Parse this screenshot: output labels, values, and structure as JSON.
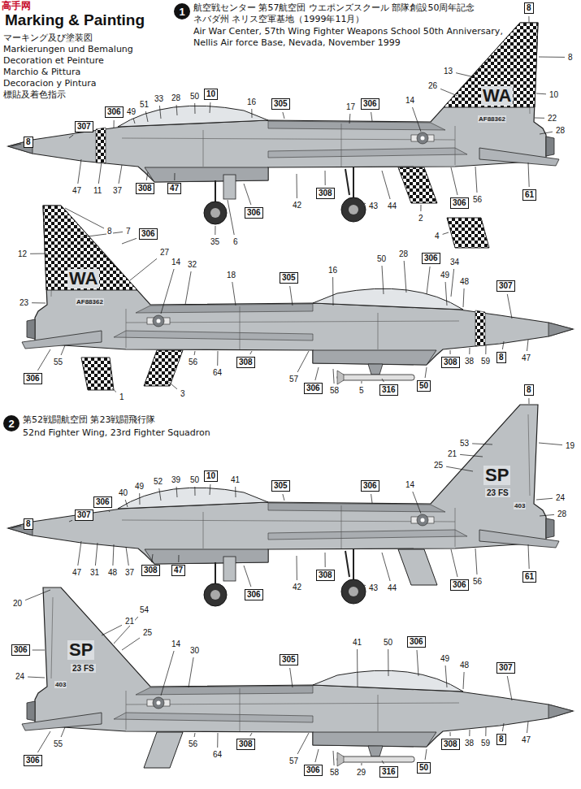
{
  "diagram": {
    "title": "Marking & Painting",
    "nodes": [
      {
        "text": [
          "1"
        ]
      },
      {
        "text": [
          "8"
        ]
      },
      {
        "text": [
          "306"
        ]
      },
      {
        "text": [
          "305"
        ]
      },
      {
        "text": [
          "10"
        ]
      },
      {
        "text": [
          "306"
        ]
      },
      {
        "text": [
          "307"
        ]
      },
      {
        "text": [
          "8"
        ]
      },
      {
        "text": [
          "308"
        ]
      },
      {
        "text": [
          "47"
        ]
      },
      {
        "text": [
          "306"
        ]
      },
      {
        "text": [
          "308"
        ]
      },
      {
        "text": [
          "306"
        ]
      },
      {
        "text": [
          "61"
        ]
      },
      {
        "text": [
          "306"
        ]
      },
      {
        "text": [
          "305"
        ]
      },
      {
        "text": [
          "306"
        ]
      },
      {
        "text": [
          "307"
        ]
      },
      {
        "text": [
          "8"
        ]
      },
      {
        "text": [
          "308"
        ]
      },
      {
        "text": [
          "50"
        ]
      },
      {
        "text": [
          "316"
        ]
      },
      {
        "text": [
          "306"
        ]
      },
      {
        "text": [
          "308"
        ]
      },
      {
        "text": [
          "306"
        ]
      },
      {
        "text": [
          "2"
        ]
      },
      {
        "text": [
          "8"
        ]
      },
      {
        "text": [
          "306"
        ]
      },
      {
        "text": [
          "305"
        ]
      },
      {
        "text": [
          "10"
        ]
      },
      {
        "text": [
          "306"
        ]
      },
      {
        "text": [
          "307"
        ]
      },
      {
        "text": [
          "8"
        ]
      },
      {
        "text": [
          "308"
        ]
      },
      {
        "text": [
          "47"
        ]
      },
      {
        "text": [
          "306"
        ]
      },
      {
        "text": [
          "308"
        ]
      },
      {
        "text": [
          "306"
        ]
      },
      {
        "text": [
          "61"
        ]
      },
      {
        "text": [
          "306"
        ]
      },
      {
        "text": [
          "305"
        ]
      },
      {
        "text": [
          "306"
        ]
      },
      {
        "text": [
          "307"
        ]
      },
      {
        "text": [
          "8"
        ]
      },
      {
        "text": [
          "308"
        ]
      },
      {
        "text": [
          "50"
        ]
      },
      {
        "text": [
          "316"
        ]
      },
      {
        "text": [
          "306"
        ]
      },
      {
        "text": [
          "308"
        ]
      },
      {
        "text": [
          "306"
        ]
      }
    ],
    "labels": [
      "高手网",
      "マーキング及び塗装図",
      "Markierungen und Bemalung",
      "Decoration et Peinture",
      "Marchio & Pittura",
      "Decoracion y Pintura",
      "標貼及着色指示",
      "航空戦センター 第57航空団 ウエポンズスクール 部隊創設50周年記念",
      "ネバダ州 ネリス空軍基地（1999年11月）",
      "Air War Center, 57th Wing Fighter Weapons School 50th Anniversary,",
      "Nellis Air force Base, Nevada, November 1999",
      "8",
      "13",
      "WA",
      "10",
      "26",
      "AF88362",
      "22",
      "28",
      "14",
      "17",
      "16",
      "50",
      "28",
      "33",
      "51",
      "49",
      "47",
      "11",
      "37",
      "35",
      "6",
      "42",
      "43",
      "44",
      "56",
      "2",
      "4",
      "8",
      "7",
      "12",
      "WA",
      "27",
      "14",
      "32",
      "23",
      "AF88362",
      "18",
      "16",
      "50",
      "28",
      "34",
      "49",
      "48",
      "59",
      "38",
      "47",
      "5",
      "58",
      "57",
      "64",
      "56",
      "3",
      "55",
      "1",
      "第52戦闘航空団 第23戦闘飛行隊",
      "52nd Fighter Wing, 23rd Fighter Squadron",
      "19",
      "53",
      "21",
      "25",
      "SP",
      "23 FS",
      "24",
      "403",
      "28",
      "14",
      "41",
      "50",
      "39",
      "52",
      "49",
      "40",
      "47",
      "31",
      "48",
      "37",
      "42",
      "43",
      "44",
      "56",
      "20",
      "54",
      "21",
      "25",
      "SP",
      "23 FS",
      "24",
      "403",
      "14",
      "30",
      "41",
      "50",
      "49",
      "48",
      "47",
      "59",
      "38",
      "29",
      "58",
      "57",
      "64",
      "56",
      "55"
    ]
  }
}
